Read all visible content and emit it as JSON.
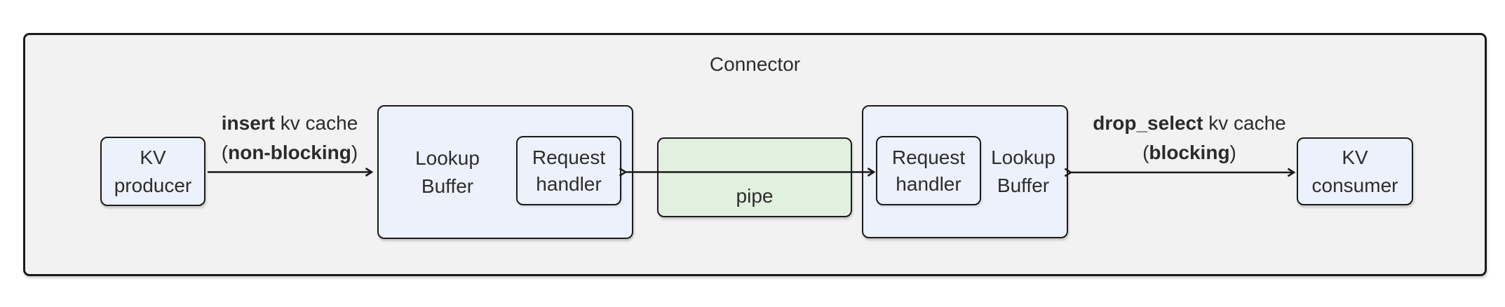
{
  "title": "Connector",
  "nodes": {
    "kv_producer": {
      "line1": "KV",
      "line2": "producer"
    },
    "lookup_buffer_left": {
      "line1": "Lookup",
      "line2": "Buffer"
    },
    "request_handler_left": {
      "line1": "Request",
      "line2": "handler"
    },
    "pipe": {
      "label": "pipe"
    },
    "request_handler_right": {
      "line1": "Request",
      "line2": "handler"
    },
    "lookup_buffer_right": {
      "line1": "Lookup",
      "line2": "Buffer"
    },
    "kv_consumer": {
      "line1": "KV",
      "line2": "consumer"
    }
  },
  "edges": {
    "insert": {
      "bold1": "insert",
      "rest1": " kv cache",
      "paren_open": "(",
      "bold2": "non-blocking",
      "paren_close": ")"
    },
    "drop_select": {
      "bold1": "drop_select",
      "rest1": " kv cache",
      "paren_open": "(",
      "bold2": "blocking",
      "paren_close": ")"
    }
  },
  "colors": {
    "canvas_background": "#ffffff",
    "connector_fill": "#f2f2f2",
    "node_fill": "#ecf1fb",
    "pipe_fill": "#e2f0df",
    "border": "#1b1b1b",
    "text": "#2d2d2d"
  }
}
